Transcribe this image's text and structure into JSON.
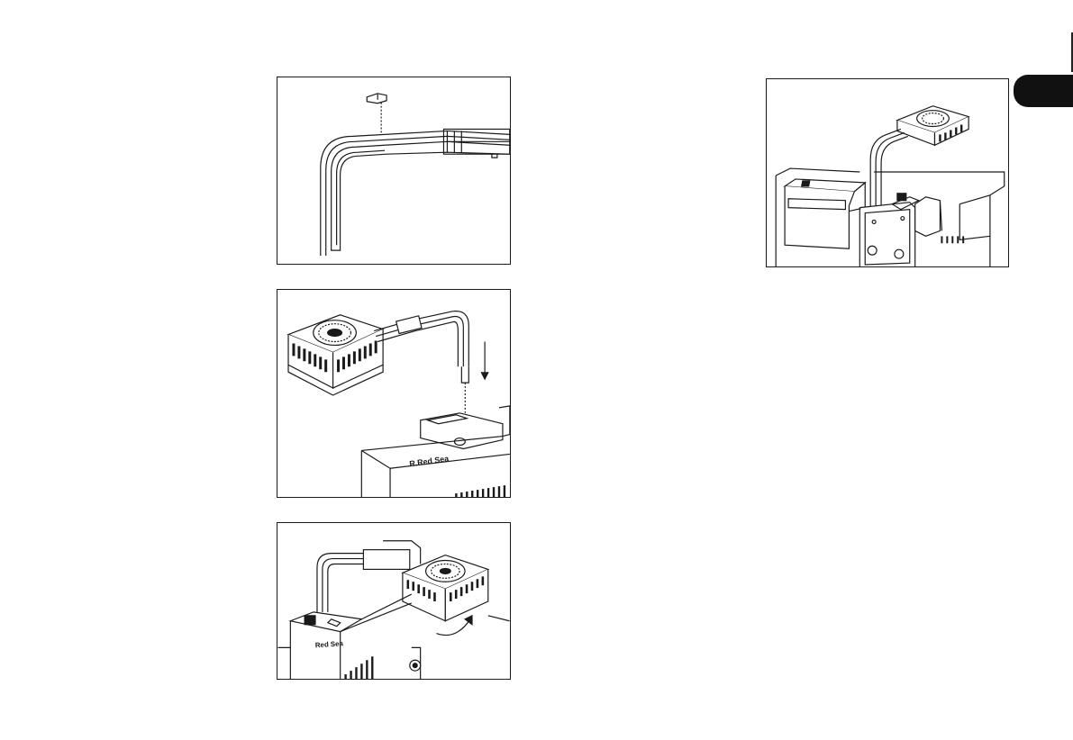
{
  "page": {
    "background": "#ffffff",
    "line_color": "#1a1a1a",
    "tab_color": "#111111"
  },
  "figures": [
    {
      "id": "fig1",
      "name": "figure-mounting-arm-screw"
    },
    {
      "id": "fig2",
      "name": "figure-lowering-arm-into-bracket",
      "brand_label": "R.Red Sea"
    },
    {
      "id": "fig3",
      "name": "figure-rotating-light-unit",
      "brand_label": "Red Sea"
    },
    {
      "id": "fig4",
      "name": "figure-mounted-light-rear-view"
    }
  ],
  "tab": {
    "icon": "chapter-tab"
  }
}
